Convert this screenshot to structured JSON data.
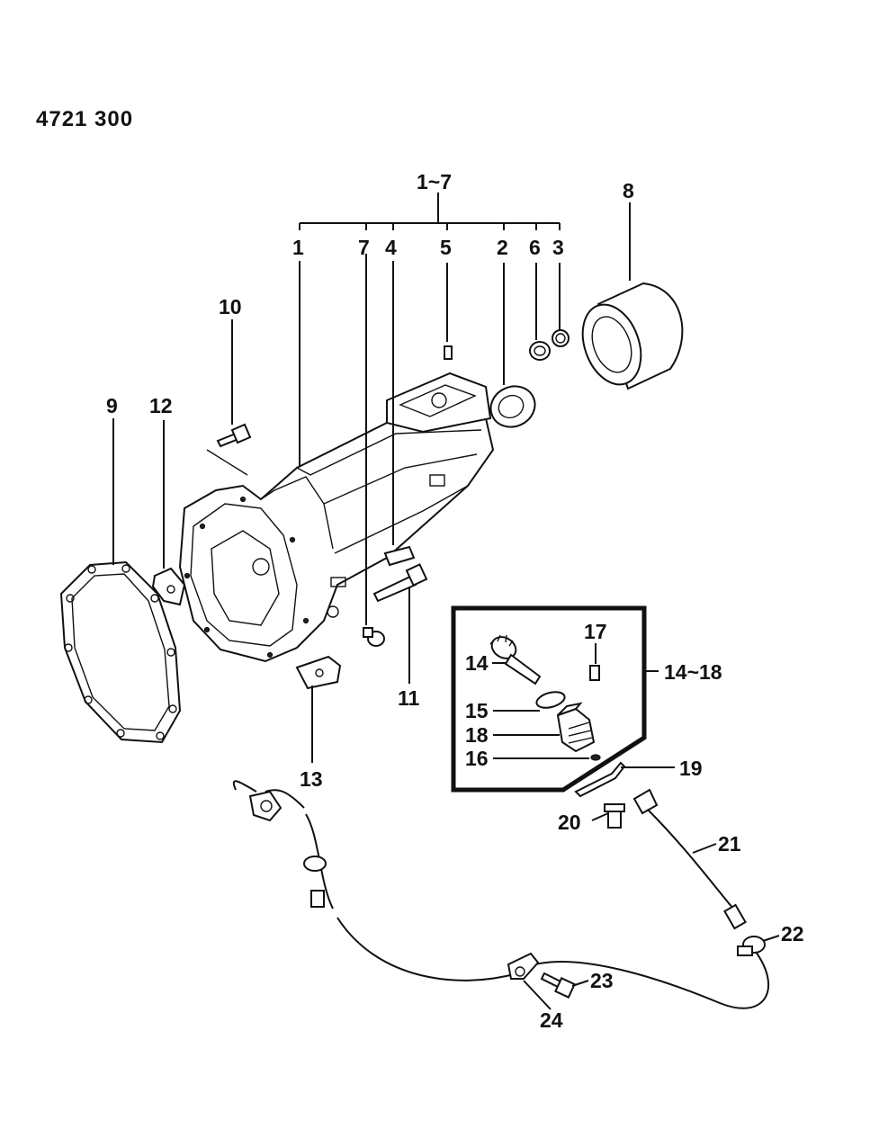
{
  "document": {
    "code": "4721 300"
  },
  "callouts": {
    "c1_7": "1~7",
    "c1": "1",
    "c7": "7",
    "c4": "4",
    "c5": "5",
    "c2": "2",
    "c6": "6",
    "c3": "3",
    "c8": "8",
    "c10": "10",
    "c9": "9",
    "c12": "12",
    "c11": "11",
    "c13": "13",
    "c14": "14",
    "c17": "17",
    "c14_18": "14~18",
    "c15": "15",
    "c18": "18",
    "c16": "16",
    "c19": "19",
    "c20": "20",
    "c21": "21",
    "c22": "22",
    "c23": "23",
    "c24": "24"
  },
  "colors": {
    "ink": "#111111",
    "paper": "#ffffff"
  }
}
